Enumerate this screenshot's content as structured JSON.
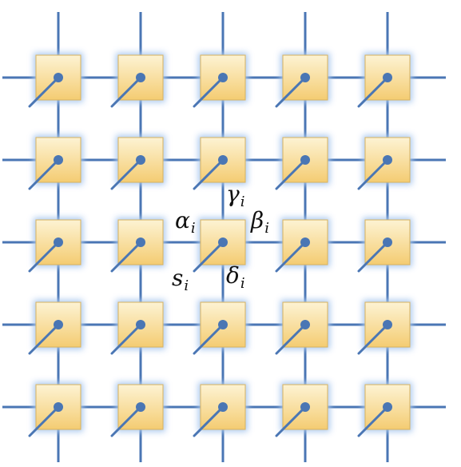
{
  "grid": {
    "rows": 5,
    "cols": 5
  },
  "colors": {
    "wire": "#4a76b4",
    "cell_fill_top": "#fdf3d3",
    "cell_fill_bottom": "#f4cc72",
    "cell_border": "#d8b25e",
    "cell_glow": "#a9c7ee",
    "node": "#4a76b4"
  },
  "labels": {
    "alpha": {
      "symbol": "α",
      "sub": "i"
    },
    "beta": {
      "symbol": "β",
      "sub": "i"
    },
    "gamma": {
      "symbol": "γ",
      "sub": "i"
    },
    "delta": {
      "symbol": "δ",
      "sub": "i"
    },
    "s": {
      "symbol": "s",
      "sub": "i"
    }
  }
}
